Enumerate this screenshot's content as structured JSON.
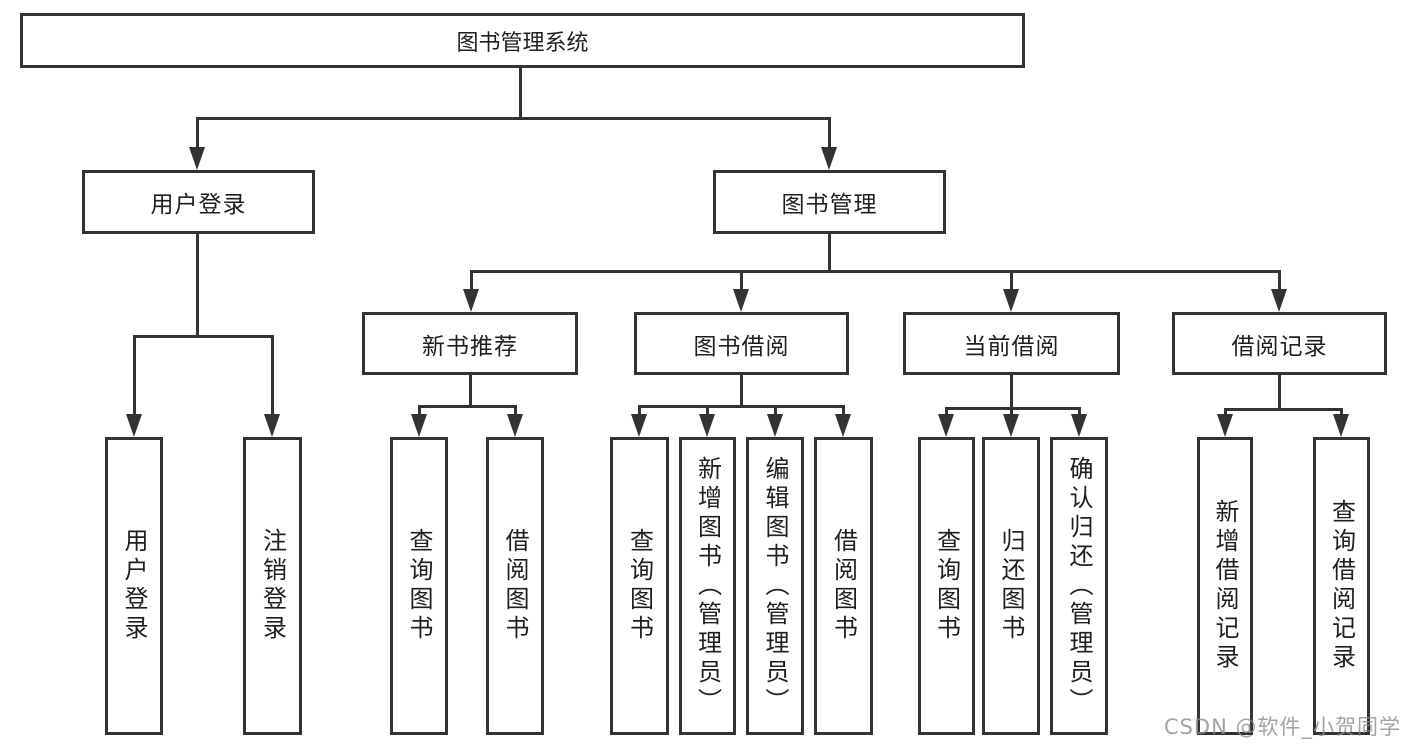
{
  "diagram": {
    "type": "hierarchy-structure-chart",
    "root": "图书管理系统",
    "level2": [
      "用户登录",
      "图书管理"
    ],
    "level3": [
      "新书推荐",
      "图书借阅",
      "当前借阅",
      "借阅记录"
    ],
    "leaves": {
      "user_login": [
        "用户登录",
        "注销登录"
      ],
      "new_book": [
        "查询图书",
        "借阅图书"
      ],
      "book_borrow": [
        "查询图书",
        "新增图书（管理员）",
        "编辑图书（管理员）",
        "借阅图书"
      ],
      "current_borrow": [
        "查询图书",
        "归还图书",
        "确认归还（管理员）"
      ],
      "borrow_record": [
        "新增借阅记录",
        "查询借阅记录"
      ]
    }
  },
  "colors": {
    "line": "#333333",
    "text": "#1f1f1f",
    "background": "#ffffff",
    "watermark": "#8f8f8f"
  },
  "watermark": "CSDN @软件_小贺同学"
}
